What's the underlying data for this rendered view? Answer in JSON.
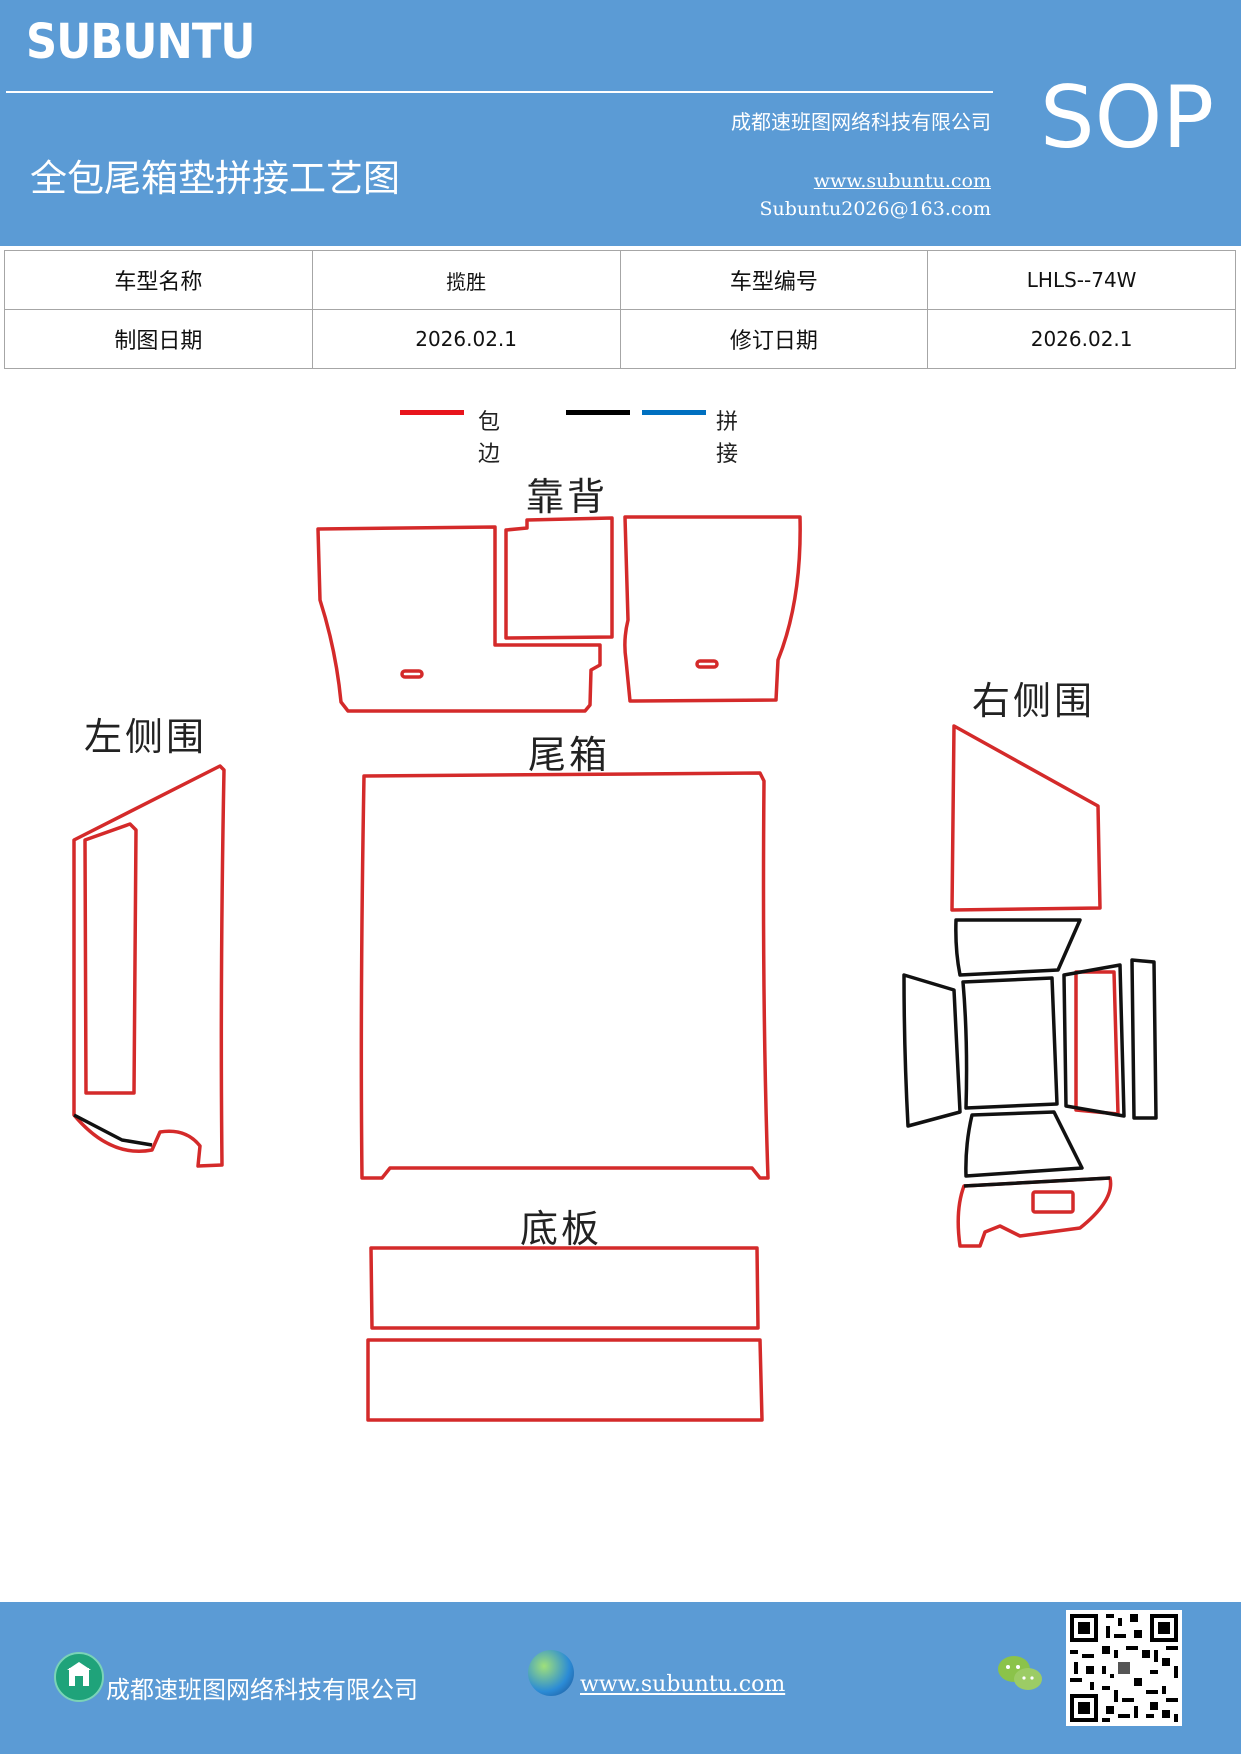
{
  "header": {
    "brand": "SUBUNTU",
    "company": "成都速班图网络科技有限公司",
    "title": "全包尾箱垫拼接工艺图",
    "website": "www.subuntu.com",
    "email": "Subuntu2026@163.com",
    "badge": "SOP"
  },
  "info_table": {
    "row1": {
      "label1": "车型名称",
      "value1": "揽胜",
      "label2": "车型编号",
      "value2": "LHLS--74W"
    },
    "row2": {
      "label1": "制图日期",
      "value1": "2026.02.1",
      "label2": "修订日期",
      "value2": "2026.02.1"
    }
  },
  "legend": {
    "items": [
      {
        "label": "包边",
        "color": "#e8141c"
      },
      {
        "label": "",
        "color": "#000000"
      },
      {
        "label": "拼接",
        "color": "#0070c0"
      }
    ]
  },
  "sections": {
    "backrest": "靠背",
    "left_side": "左侧围",
    "trunk": "尾箱",
    "right_side": "右侧围",
    "floor": "底板"
  },
  "colors": {
    "header_bg": "#5b9bd5",
    "edge_red": "#d42a2a",
    "seam_black": "#111111"
  },
  "footer": {
    "company": "成都速班图网络科技有限公司",
    "website": "www.subuntu.com",
    "icons": [
      "home-icon",
      "globe-icon",
      "wechat-icon",
      "qr-code"
    ]
  }
}
